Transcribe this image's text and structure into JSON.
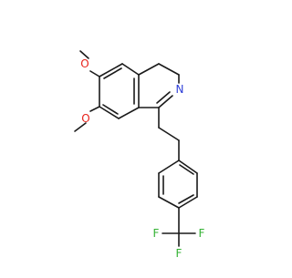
{
  "molecule": {
    "atom_labels": {
      "o_upper": "O",
      "o_lower": "O",
      "n": "N",
      "f_left": "F",
      "f_right": "F",
      "f_bottom": "F"
    },
    "colors": {
      "bond": "#1a1a1a",
      "oxygen": "#e8231c",
      "nitrogen": "#3040d8",
      "fluorine": "#33b233"
    }
  }
}
